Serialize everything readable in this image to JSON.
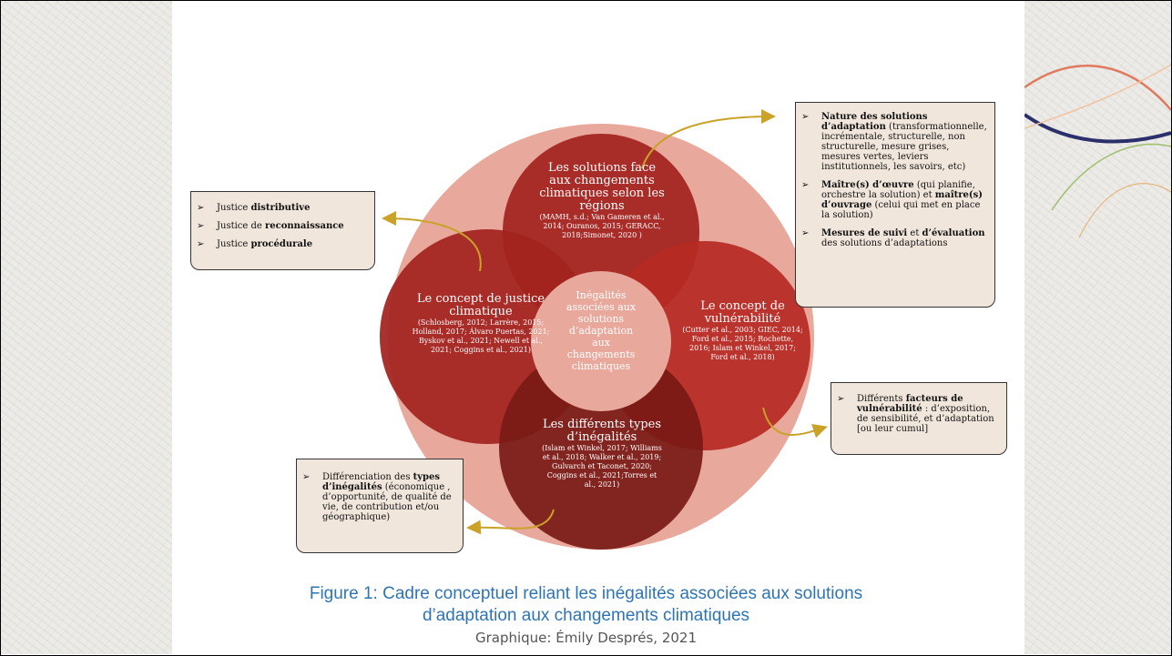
{
  "diagram": {
    "center": {
      "label": "Inégalités associées aux solutions d’adaptation aux changements climatiques"
    },
    "circles": [
      {
        "id": "solutions",
        "title": "Les solutions face aux changements climatiques selon les régions",
        "refs": "(MAMH, s.d.; Van Gameren et al., 2014; Ouranos, 2015; GERACC, 2018;Simonet, 2020 )",
        "color": "#a3221f"
      },
      {
        "id": "justice",
        "title": "Le concept de justice climatique",
        "refs": "(Schlosberg, 2012; Larrère, 2015; Holland, 2017; Álvaro Puertas, 2021; Byskov et al., 2021; Newell et al., 2021; Coggins et al., 2021)",
        "color": "#a3221f"
      },
      {
        "id": "vulnerabilite",
        "title": "Le concept de vulnérabilité",
        "refs": "(Cutter et al., 2003; GIEC, 2014; Ford et al., 2015; Rochette, 2016; Islam et Winkel, 2017; Ford et al., 2018)",
        "color": "#b62a23"
      },
      {
        "id": "inegalites",
        "title": "Les différents types d’inégalités",
        "refs": "(Islam et Winkel, 2017; Williams et al., 2018; Walker et al., 2019; Gulvarch et Taconet, 2020; Coggins et al., 2021;Torres et al., 2021)",
        "color": "#7a1a16"
      }
    ],
    "background_color": "#e8a89b",
    "arrow_color": "#c9a227",
    "box_fill": "#f1e6dc"
  },
  "boxes": {
    "justice": [
      {
        "pre": "Justice ",
        "bold": "distributive",
        "post": ""
      },
      {
        "pre": "Justice de ",
        "bold": "reconnaissance",
        "post": ""
      },
      {
        "pre": "Justice ",
        "bold": "procédurale",
        "post": ""
      }
    ],
    "solutions": [
      {
        "pre": "",
        "bold": "Nature des solutions d’adaptation",
        "post": " (transformationnelle, incrémentale, structurelle, non structurelle, mesure grises, mesures vertes, leviers institutionnels, les savoirs, etc)"
      },
      {
        "pre": "",
        "bold": "Maître(s) d’œuvre",
        "post": " (qui planifie, orchestre la solution) et ",
        "bold2": "maître(s) d’ouvrage",
        "post2": " (celui qui met en place la solution)"
      },
      {
        "pre": "",
        "bold": "Mesures de suivi",
        "post": " et ",
        "bold2": "d’évaluation",
        "post2": " des solutions d’adaptations"
      }
    ],
    "vulnerabilite": [
      {
        "pre": "Différents ",
        "bold": "facteurs de vulnérabilité",
        "post": " : d’exposition, de sensibilité, et d’adaptation [ou leur cumul]"
      }
    ],
    "inegalites": [
      {
        "pre": "Différenciation des ",
        "bold": "types d’inégalités",
        "post": " (économique , d’opportunité, de qualité de vie, de contribution et/ou géographique)"
      }
    ]
  },
  "caption": {
    "line1": "Figure 1: Cadre conceptuel reliant les inégalités associées aux solutions",
    "line2": "d’adaptation aux changements climatiques",
    "credit": "Graphique: Émily Després, 2021"
  },
  "theme": {
    "caption_color": "#2e74b5",
    "credit_color": "#555555"
  }
}
